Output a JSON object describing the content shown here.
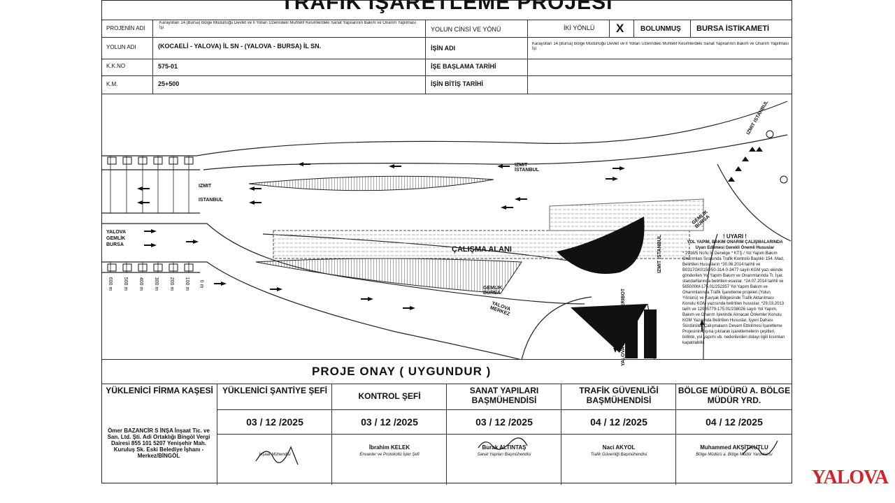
{
  "title": "TRAFİK İŞARETLEME PROJESİ",
  "header": {
    "project_label": "PROJENİN ADI",
    "project_value": "Karayolları 14.(Bursa) Bölge Müdürlüğü Devlet ve İl Yolları Üzerindeki Muhtelif Kesimlerdeki Sanat Yapılarının Bakım ve Onarım Yapılması İşi",
    "road_type_label": "YOLUN CİNSİ VE YÖNÜ",
    "two_way": "İKİ YÖNLÜ",
    "x_mark": "X",
    "divided": "BÖLÜNMÜŞ",
    "direction": "BURSA İSTİKAMETİ",
    "road_name_label": "YOLUN ADI",
    "road_name_value": "(KOCAELİ - YALOVA) İL SN - (YALOVA - BURSA) İL SN.",
    "job_label": "İŞİN ADI",
    "job_value": "Karayolları 14.(Bursa) Bölge Müdürlüğü Devlet ve İl Yolları Üzerindeki Muhtelif Kesimlerdeki Sanat Yapılarının Bakım ve Onarım Yapılması İşi",
    "kkno_label": "K.K.NO",
    "kkno_value": "575-01",
    "start_label": "İŞE BAŞLAMA TARİHİ",
    "km_label": "K.M.",
    "km_value": "25+500",
    "end_label": "İŞİN BİTİŞ TARİHİ"
  },
  "drawing": {
    "izmit_istanbul_top": "İZMİT İSTANBUL",
    "izmit_istanbul_mid": "İZMİT İSTANBUL",
    "izmit_left": "İZMİT",
    "istanbul_left": "İSTANBUL",
    "izmit_right_v": "İZMİT İSTANBUL",
    "yalova_gemlik_bursa": "YALOVA GEMLİK BURSA",
    "gemlik_bursa_1": "GEMLİK BURSA",
    "gemlik_bursa_2": "GEMLİK BURSA",
    "yalova_merkez": "YALOVA MERKEZ",
    "yalova_merkez_ferry": "YALOVA MERKEZ HIZLI FERİBOT",
    "work_area": "ÇALIŞMA ALANI",
    "distances": [
      "600 m",
      "500 m",
      "400 m",
      "300 m",
      "200 m",
      "100 m",
      "0 m"
    ],
    "warning_title": "! UYARI !",
    "warning_sub": "YOL YAPIM, BAKIM ONARIM ÇALIŞMALARINDA Uyarı Edilmesi Gerekli Önemli Hususlar",
    "warning_body": "* 2918/5 No'lu İç Genelge * KTŞ / Yol Yapım Bakım Onarımları Sırasında Trafik Kontrolü Başlıklı 154. Mad. Belirtilen Hususların *30.06.2014 tarihli ve B0317GK0150/50-314-0-3477 sayılı KGM yazı ekinde gönderilen Yol Yapım Bakım ve Onarımlarında Tr. İşar. standartlarında belirtilen esaslar. *24.07.2014 tarihli ve 565000M-175.01/252357 Yol Yapım Bakım ve Onarımlarında Trafik İşaretleme projeleri (Yolun Yönünü) ve Kavşak Bölgesinde Trafik Aktarılması Konulu KGM yazısında belirtilen hususlar. *29.03.2013 tarih ve 12085779-175.01/238026 sayılı Yol Yapım, Bakım ve Onarım İşlerinde Alınacak Önlemler Konulu KGM Yazısında Belirtilen Hususlar, İşyeri Dahası Sürdürülen Çalışmaların Devam Ettirilmesi İşaretleme Projesinin dışına çıkılarak işaretlemelerin çeşitleri, birlikte, yol yapımı vb. nedenlerden dolayı ilgili kısımları kapatılabilir."
  },
  "approval": {
    "title": "PROJE ONAY ( UYGUNDUR )"
  },
  "signatures": [
    {
      "head": "YÜKLENİCİ FİRMA KAŞESİ",
      "date": "",
      "name": "Ömer BAZANCİR S İNŞA İnşaat Tic. ve San. Ltd. Şti. Adi Ortaklığı Bingöl Vergi Dairesi 855 101 5207 Yenişehir Mah. Kuruluş Sk. Eski Belediye İşhanı - Merkez/BİNGÖL",
      "role": ""
    },
    {
      "head": "YÜKLENİCİ ŞANTİYE ŞEFİ",
      "date": "03 / 12 /2025",
      "name": "",
      "role": "İnşaat Mühendisi"
    },
    {
      "head": "KONTROL ŞEFİ",
      "date": "03 / 12 /2025",
      "name": "İbrahim KELEK",
      "role": "Envanter ve Protokollü İşler Şefi"
    },
    {
      "head": "SANAT YAPILARI BAŞMÜHENDİSİ",
      "date": "03 / 12 /2025",
      "name": "Burak ALTINTAŞ",
      "role": "Sanat Yapıları Başmühendisi"
    },
    {
      "head": "TRAFİK GÜVENLİĞİ BAŞMÜHENDİSİ",
      "date": "04 / 12 /2025",
      "name": "Naci AKYOL",
      "role": "Trafik Güvenliği Başmühendisi"
    },
    {
      "head": "BÖLGE MÜDÜRÜ A. BÖLGE MÜDÜR YRD.",
      "date": "04 / 12 /2025",
      "name": "Muhammed AKŞİTKUTLU",
      "role": "Bölge Müdürü a. Bölge Müdür Yardımcısı"
    }
  ],
  "brand": "YALOVA"
}
